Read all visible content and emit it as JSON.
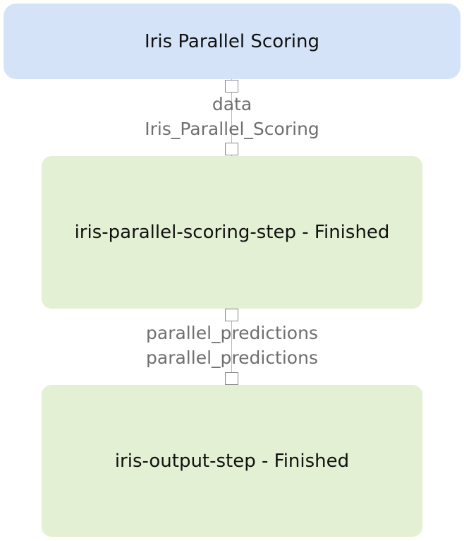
{
  "nodes": {
    "dataset": {
      "label": "Iris Parallel Scoring"
    },
    "step_scoring": {
      "label": "iris-parallel-scoring-step - Finished"
    },
    "step_output": {
      "label": "iris-output-step - Finished"
    }
  },
  "edges": [
    {
      "source_port": "data",
      "target_port": "Iris_Parallel_Scoring"
    },
    {
      "source_port": "parallel_predictions",
      "target_port": "parallel_predictions"
    }
  ],
  "colors": {
    "dataset_fill": "#d4e3f8",
    "step_fill": "#e3f0d3",
    "port_border": "#8a8a8a",
    "label_text": "#6f6f6f"
  }
}
